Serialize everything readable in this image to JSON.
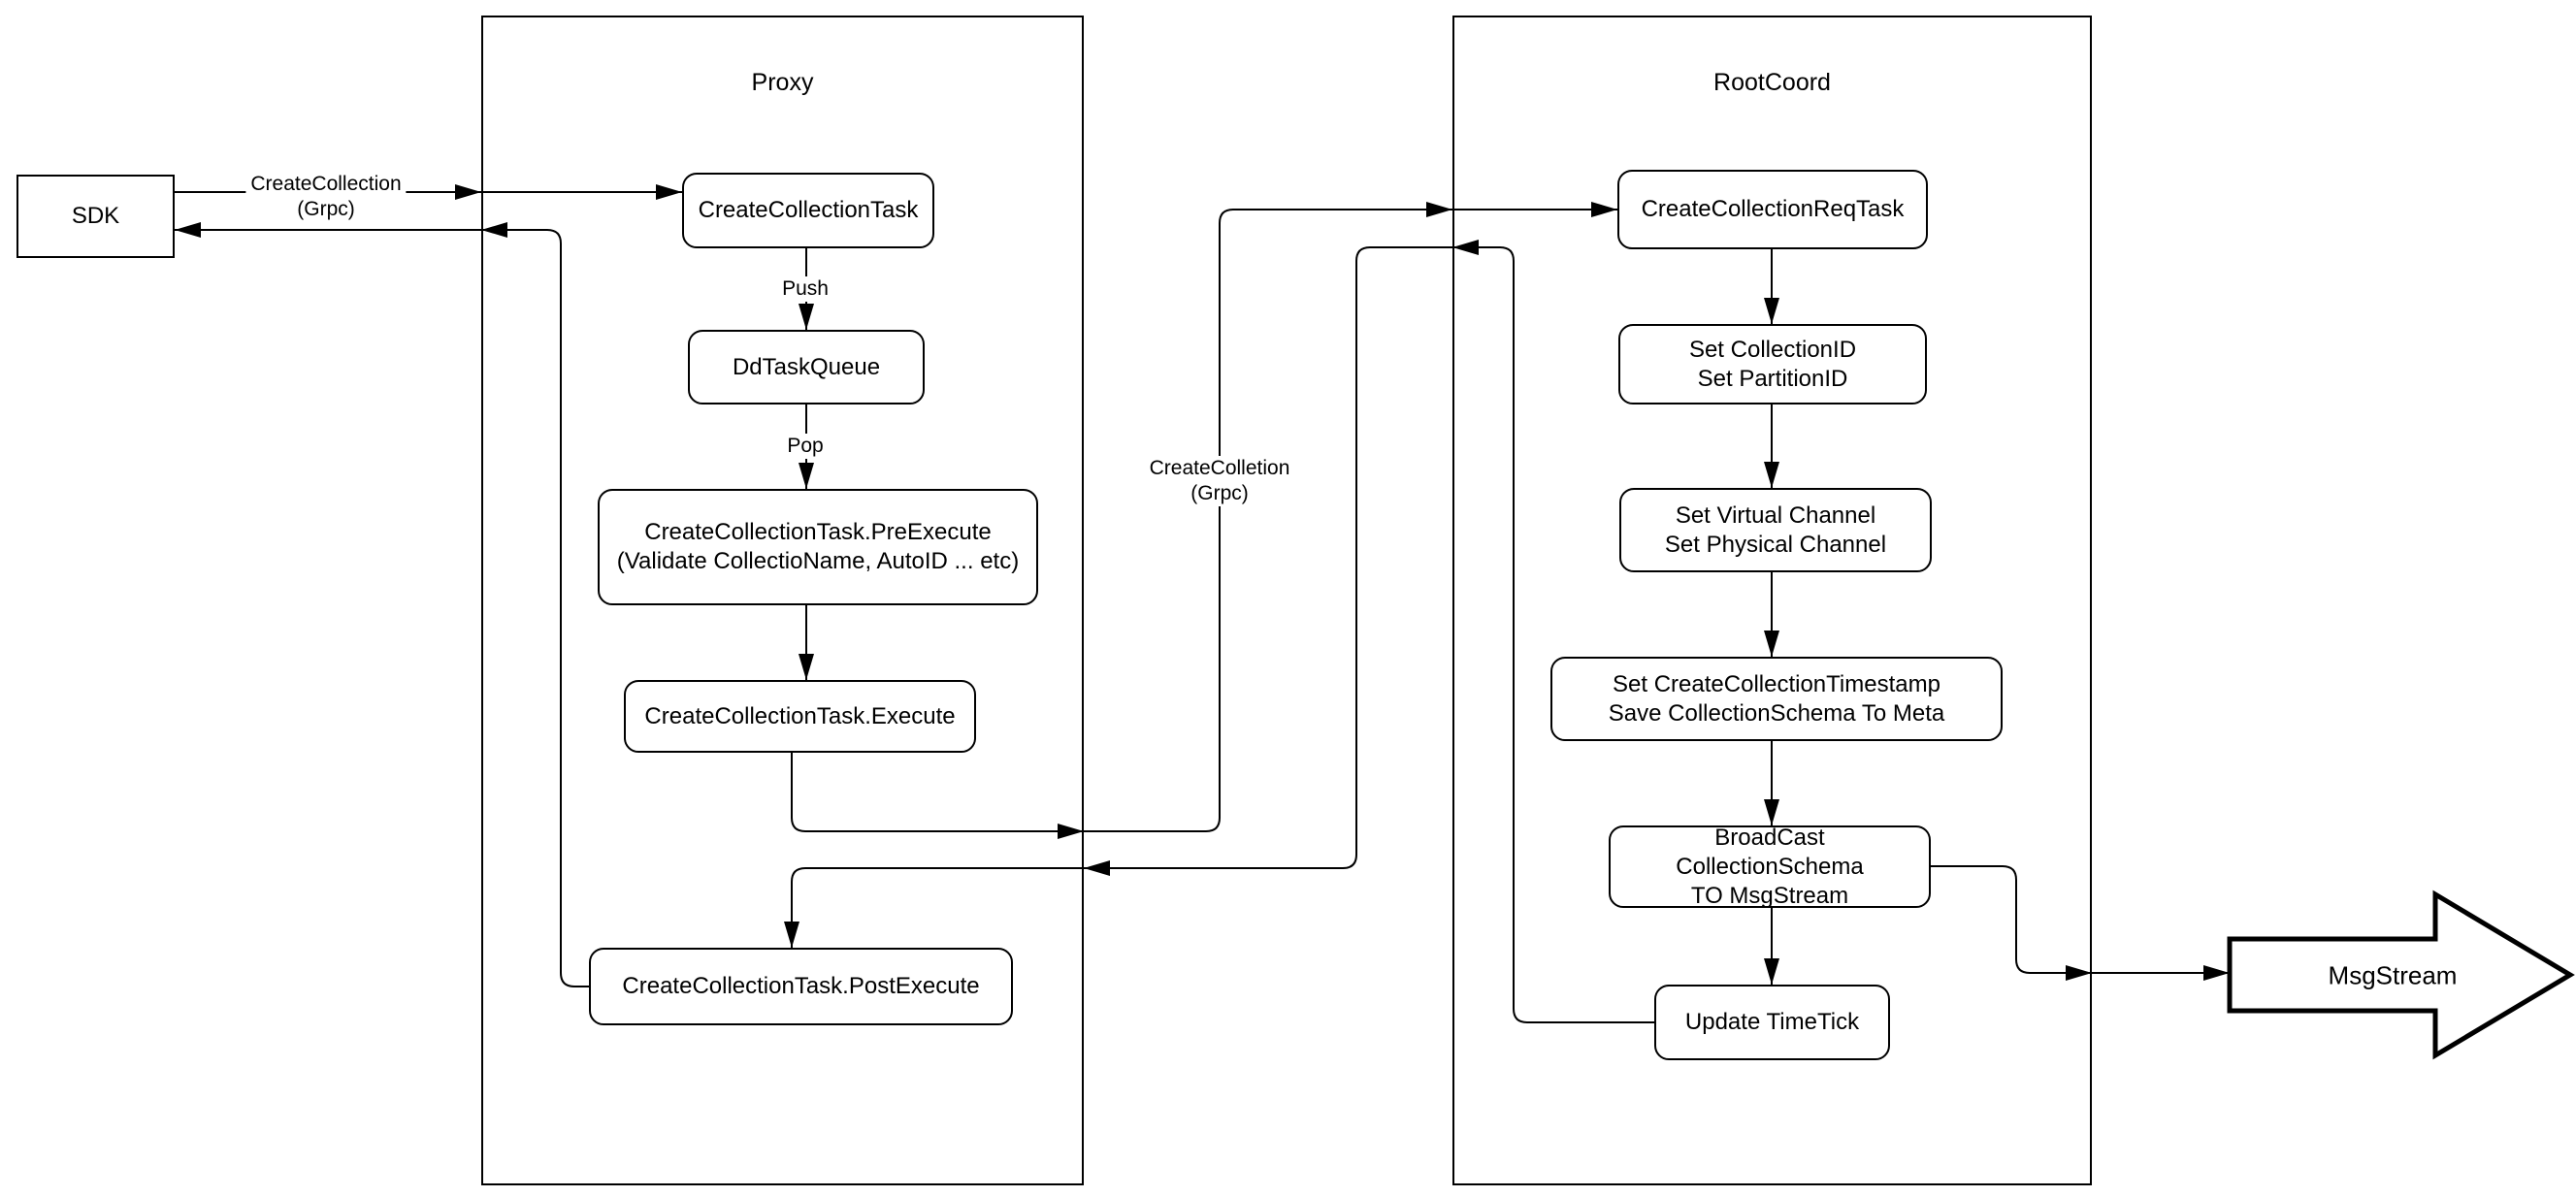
{
  "sdk": {
    "label": "SDK"
  },
  "proxy": {
    "title": "Proxy",
    "nodes": {
      "task": "CreateCollectionTask",
      "queue": "DdTaskQueue",
      "pre": "CreateCollectionTask.PreExecute\n(Validate CollectioName, AutoID ... etc)",
      "exec": "CreateCollectionTask.Execute",
      "post": "CreateCollectionTask.PostExecute"
    },
    "edge_labels": {
      "push": "Push",
      "pop": "Pop"
    }
  },
  "rootcoord": {
    "title": "RootCoord",
    "nodes": {
      "req": "CreateCollectionReqTask",
      "ids": "Set CollectionID\nSet PartitionID",
      "channels": "Set Virtual Channel\nSet Physical Channel",
      "timestamp": "Set CreateCollectionTimestamp\nSave CollectionSchema To Meta",
      "broadcast": "BroadCast CollectionSchema\nTO MsgStream",
      "timetick": "Update TimeTick"
    }
  },
  "edge_labels": {
    "sdk_to_proxy": "CreateCollection\n(Grpc)",
    "proxy_to_rootcoord": "CreateColletion\n(Grpc)"
  },
  "msgstream": {
    "label": "MsgStream"
  },
  "colors": {
    "stroke": "#000000",
    "fill": "#ffffff"
  }
}
